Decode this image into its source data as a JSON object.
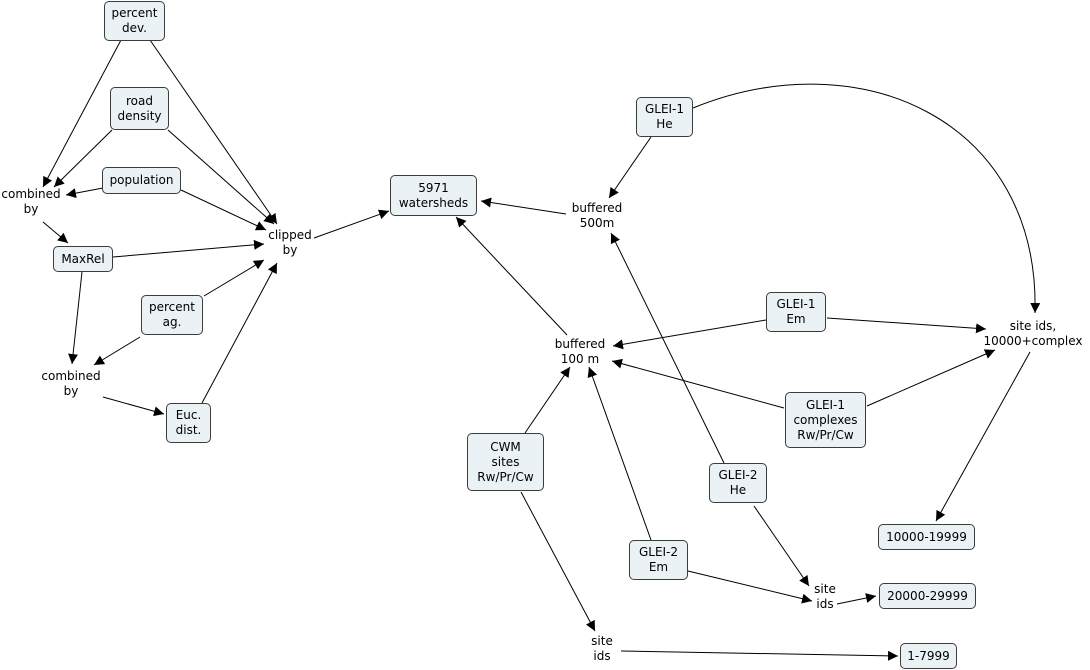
{
  "concepts": {
    "percent_dev": "percent\ndev.",
    "road_density": "road\ndensity",
    "population": "population",
    "maxrel": "MaxRel",
    "percent_ag": "percent\nag.",
    "euc_dist": "Euc.\ndist.",
    "watersheds": "5971\nwatersheds",
    "glei1_he": "GLEI-1\nHe",
    "glei1_em": "GLEI-1\nEm",
    "glei1_complexes": "GLEI-1\ncomplexes\nRw/Pr/Cw",
    "cwm_sites": "CWM\nsites\nRw/Pr/Cw",
    "glei2_he": "GLEI-2\nHe",
    "glei2_em": "GLEI-2\nEm",
    "range_10000": "10000-19999",
    "range_20000": "20000-29999",
    "range_1": "1-7999"
  },
  "links": {
    "combined_by_1": "combined\nby",
    "combined_by_2": "combined\nby",
    "clipped_by": "clipped\nby",
    "buffered_500m": "buffered\n500m",
    "buffered_100m": "buffered\n100 m",
    "site_ids_complex": "site ids,\n10000+complex",
    "site_ids_2": "site\nids",
    "site_ids_3": "site\nids"
  }
}
